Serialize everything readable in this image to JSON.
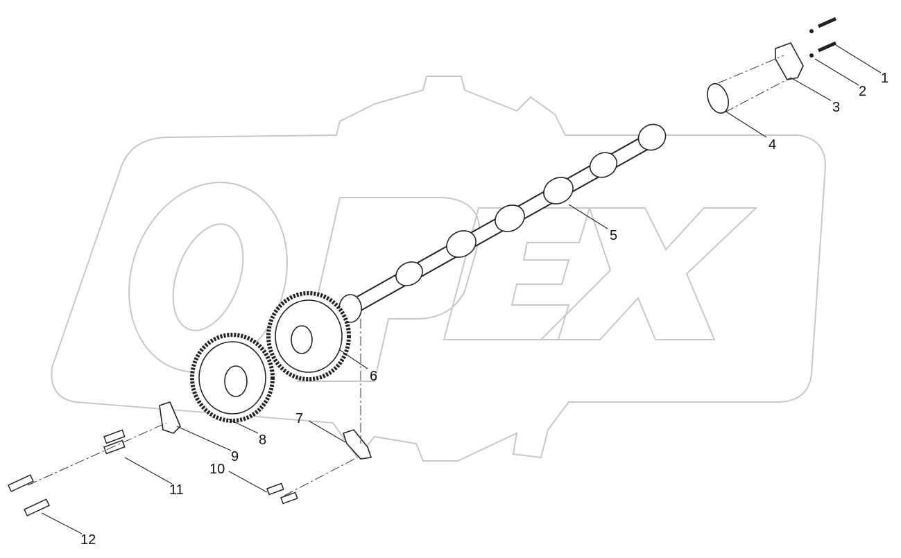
{
  "watermark": {
    "logo_text": "OPEX",
    "color": "#c8c8c8"
  },
  "callouts": [
    "1",
    "2",
    "3",
    "4",
    "5",
    "6",
    "7",
    "8",
    "9",
    "10",
    "11",
    "12"
  ]
}
